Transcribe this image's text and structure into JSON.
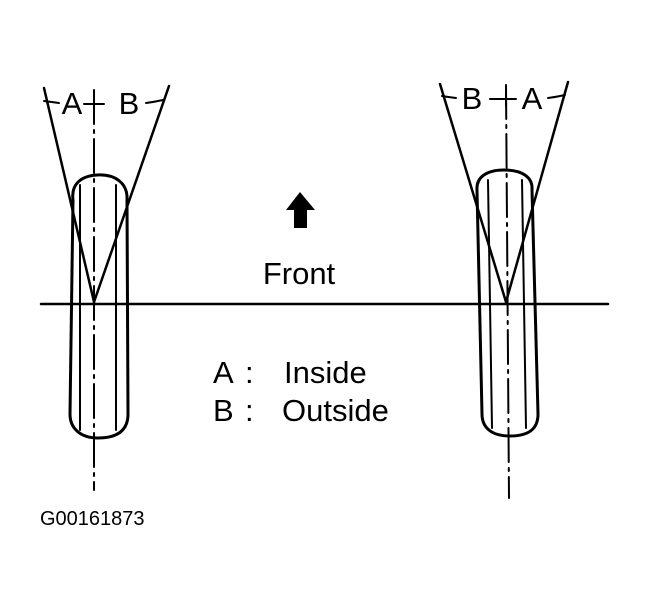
{
  "diagram": {
    "direction_label": "Front",
    "left_wheel": {
      "label_left": "A",
      "label_right": "B"
    },
    "right_wheel": {
      "label_left": "B",
      "label_right": "A"
    },
    "legend": [
      {
        "key": "A",
        "sep": ":",
        "text": "Inside"
      },
      {
        "key": "B",
        "sep": ":",
        "text": "Outside"
      }
    ],
    "figure_id": "G00161873"
  }
}
